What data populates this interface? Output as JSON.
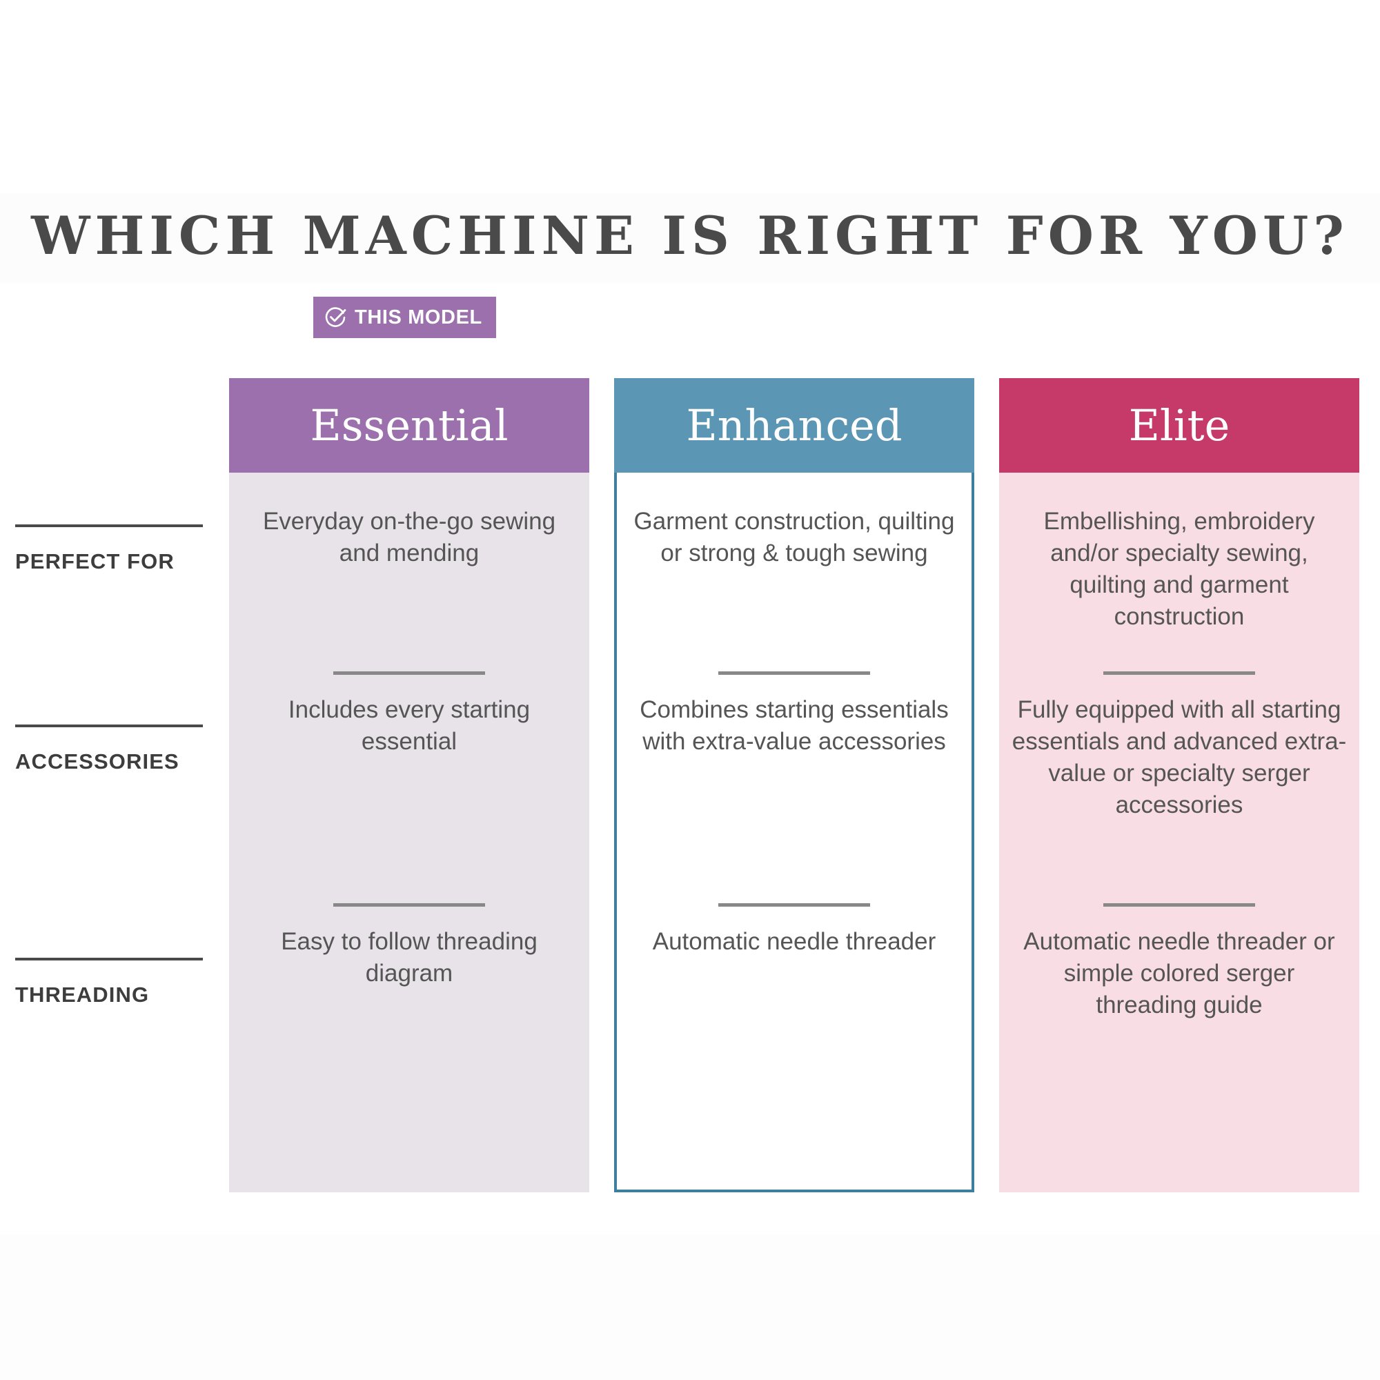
{
  "page": {
    "title": "WHICH MACHINE IS RIGHT FOR YOU?"
  },
  "badge": {
    "label": "THIS MODEL",
    "icon": "check-circle-icon",
    "color": "#9b70ad",
    "applies_to_column": "Essential"
  },
  "row_labels": [
    "PERFECT FOR",
    "ACCESSORIES",
    "THREADING"
  ],
  "columns": [
    {
      "name": "Essential",
      "header_color": "#9b70ad",
      "body_color": "#e8e2e9",
      "highlighted": true,
      "cells": {
        "perfect_for": "Everyday on-the-go sewing and mending",
        "accessories": "Includes every starting essential",
        "threading": "Easy to follow threading diagram"
      }
    },
    {
      "name": "Enhanced",
      "header_color": "#5b97b4",
      "body_color": "#ffffff",
      "border_color": "#3f7f9e",
      "highlighted": false,
      "cells": {
        "perfect_for": "Garment construction, quilting or strong & tough sewing",
        "accessories": "Combines starting essentials with extra-value accessories",
        "threading": "Automatic needle threader"
      }
    },
    {
      "name": "Elite",
      "header_color": "#c53a68",
      "body_color": "#f9dde4",
      "highlighted": false,
      "cells": {
        "perfect_for": "Embellishing, embroidery and/or specialty sewing, quilting and garment construction",
        "accessories": "Fully equipped with all starting essentials and advanced extra-value or specialty serger accessories",
        "threading": "Automatic needle threader or simple colored serger threading guide"
      }
    }
  ]
}
